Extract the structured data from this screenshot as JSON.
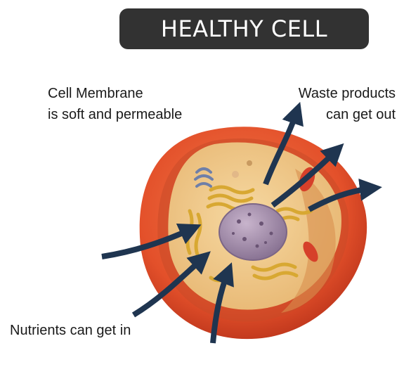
{
  "title": "HEALTHY CELL",
  "labels": {
    "membrane_line1": "Cell Membrane",
    "membrane_line2": "is soft and permeable",
    "waste_line1": "Waste products",
    "waste_line2": "can get out",
    "nutrients": "Nutrients can get in"
  },
  "colors": {
    "banner": "#323232",
    "membrane_outer": "#e8582f",
    "cytoplasm": "#f2cc8c",
    "nucleus": "#a08aa8",
    "arrows": "#1f3550"
  }
}
